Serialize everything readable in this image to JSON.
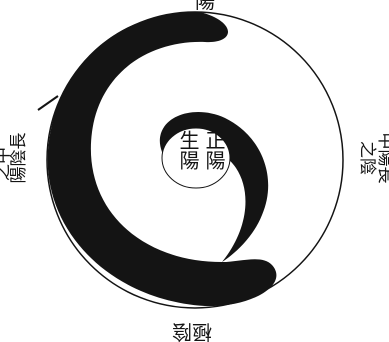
{
  "diagram": {
    "labels": {
      "top": "陽",
      "center_right": "正陽",
      "center_left": "生陽",
      "left_inner": "陽陰長",
      "left_outer": "之中",
      "right_inner": "之陰",
      "right_outer": "中陽長",
      "bottom": "極陰"
    },
    "colors": {
      "ink": "#141414",
      "paper": "#ffffff"
    }
  }
}
